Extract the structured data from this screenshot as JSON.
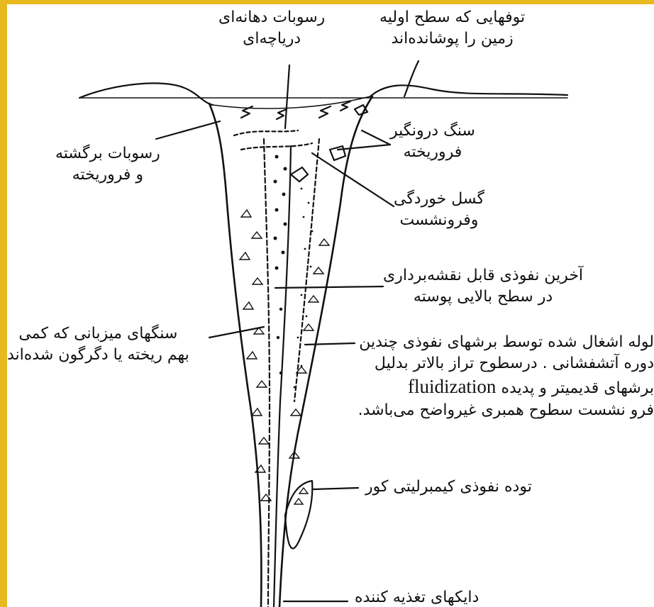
{
  "labels": {
    "lake_sediments": [
      "رسوبات دهانه‌ای",
      "دریاچه‌ای"
    ],
    "tuffs": [
      "توفهایی که سطح اولیه",
      "زمین را پوشانده‌اند"
    ],
    "slumped_sediments": [
      "رسوبات برگشته",
      "و فروریخته"
    ],
    "xenolith": [
      "سنگ درونگیر",
      "فروریخته"
    ],
    "fault": [
      "گسل خوردگی",
      "وفرونشست"
    ],
    "last_intrusion": [
      "آخرین نفوذی قابل نقشه‌برداری",
      "در سطح بالایی پوسته"
    ],
    "host_rocks": [
      "سنگهای میزبانی که کمی",
      "بهم ریخته یا دگرگون شده‌اند"
    ],
    "pipe_fill": [
      "لوله اشغال شده توسط برشهای نفوذی چندین",
      "دوره آتشفشانی . درسطوح تراز بالاتر  بدلیل",
      "برشهای قدیمیتر و پدیده",
      "فرو نشست سطوح همبری غیرواضح می‌باشد."
    ],
    "pipe_fill_latin": "fluidization",
    "blind_body": "توده نفوذی کیمبرلیتی کور",
    "feeder_dykes": "دایکهای تغذیه کننده"
  },
  "colors": {
    "border": "#e8b81f",
    "ink": "#111111",
    "background": "#ffffff"
  }
}
